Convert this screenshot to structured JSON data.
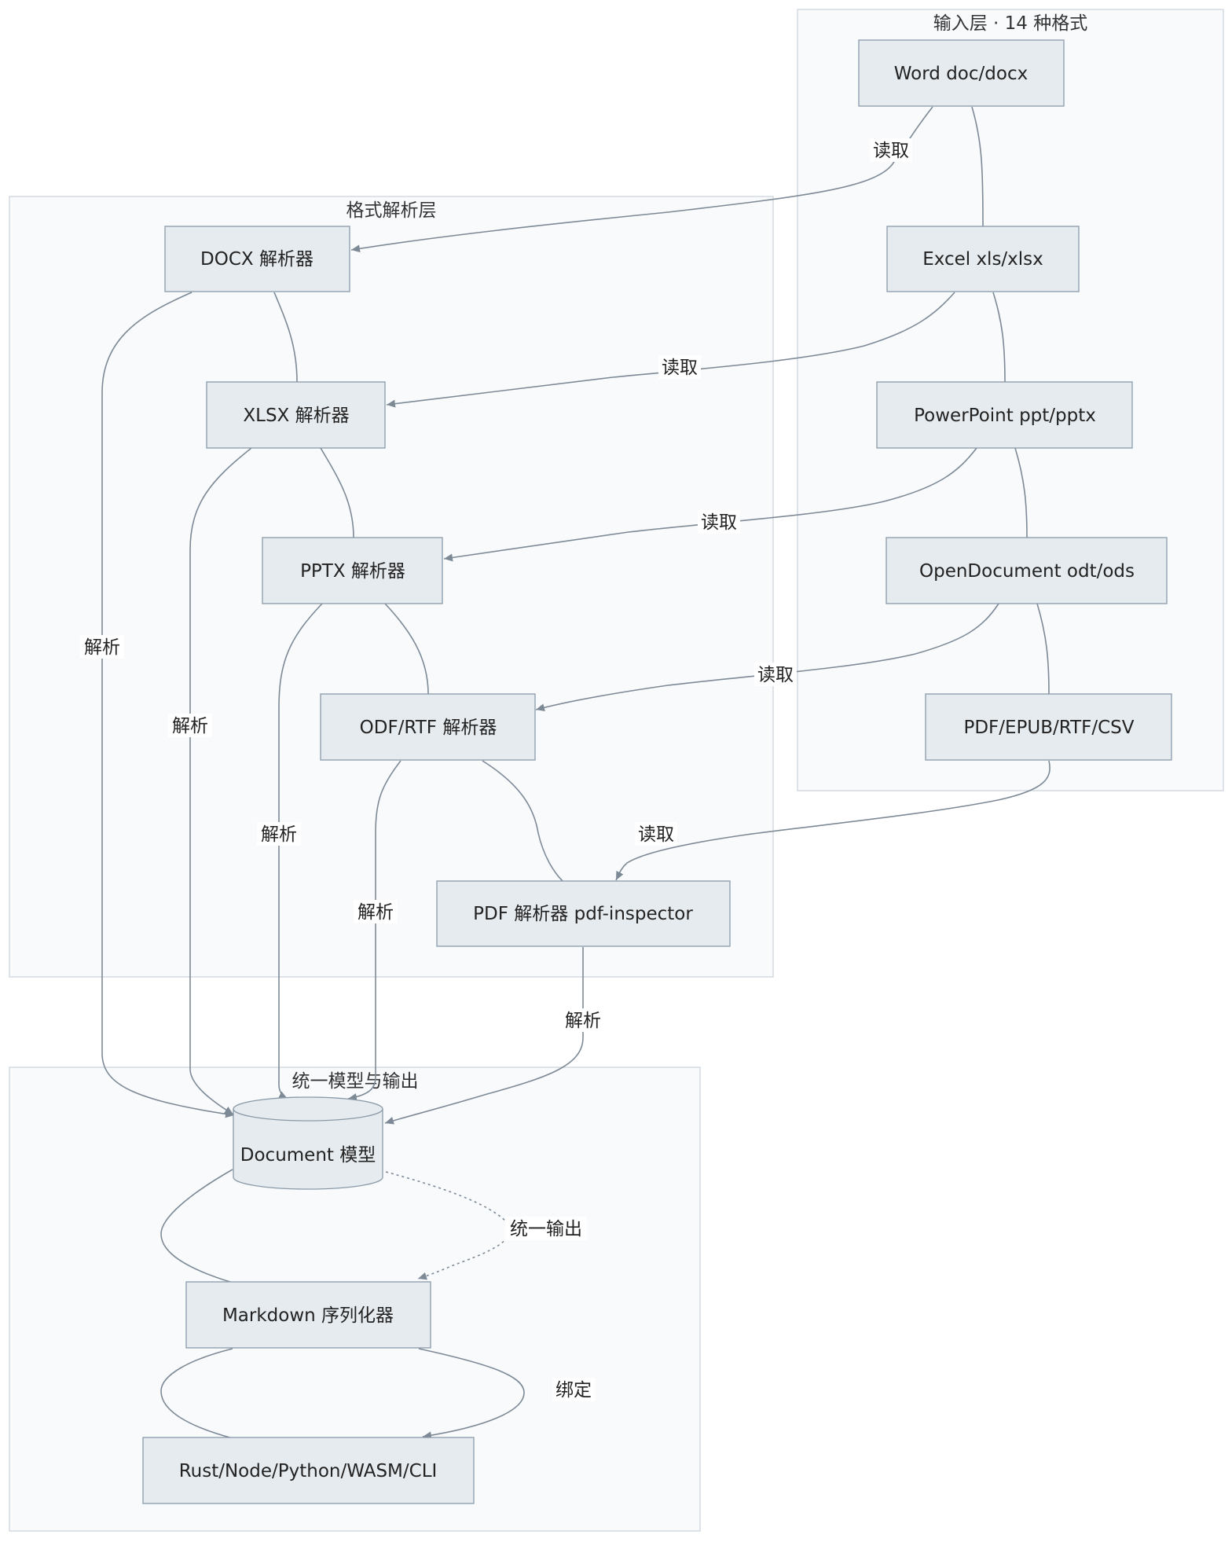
{
  "clusters": {
    "input": {
      "title": "输入层 · 14 种格式"
    },
    "parse": {
      "title": "格式解析层"
    },
    "output": {
      "title": "统一模型与输出"
    }
  },
  "nodes": {
    "word": "Word doc/docx",
    "excel": "Excel xls/xlsx",
    "powerpoint": "PowerPoint ppt/pptx",
    "opendocument": "OpenDocument odt/ods",
    "pdf_epub": "PDF/EPUB/RTF/CSV",
    "docx_parser": "DOCX 解析器",
    "xlsx_parser": "XLSX 解析器",
    "pptx_parser": "PPTX 解析器",
    "odf_parser": "ODF/RTF 解析器",
    "pdf_parser": "PDF 解析器 pdf-inspector",
    "document_model": "Document 模型",
    "markdown": "Markdown 序列化器",
    "bindings": "Rust/Node/Python/WASM/CLI"
  },
  "edge_labels": {
    "read": "读取",
    "parse": "解析",
    "unified_output": "统一输出",
    "bind": "绑定"
  },
  "colors": {
    "node_fill": "#e6ebef",
    "node_stroke": "#8a9aa8",
    "cluster_fill": "#f8fafc",
    "cluster_stroke": "#ccd5dd",
    "edge": "#7d8a96"
  }
}
